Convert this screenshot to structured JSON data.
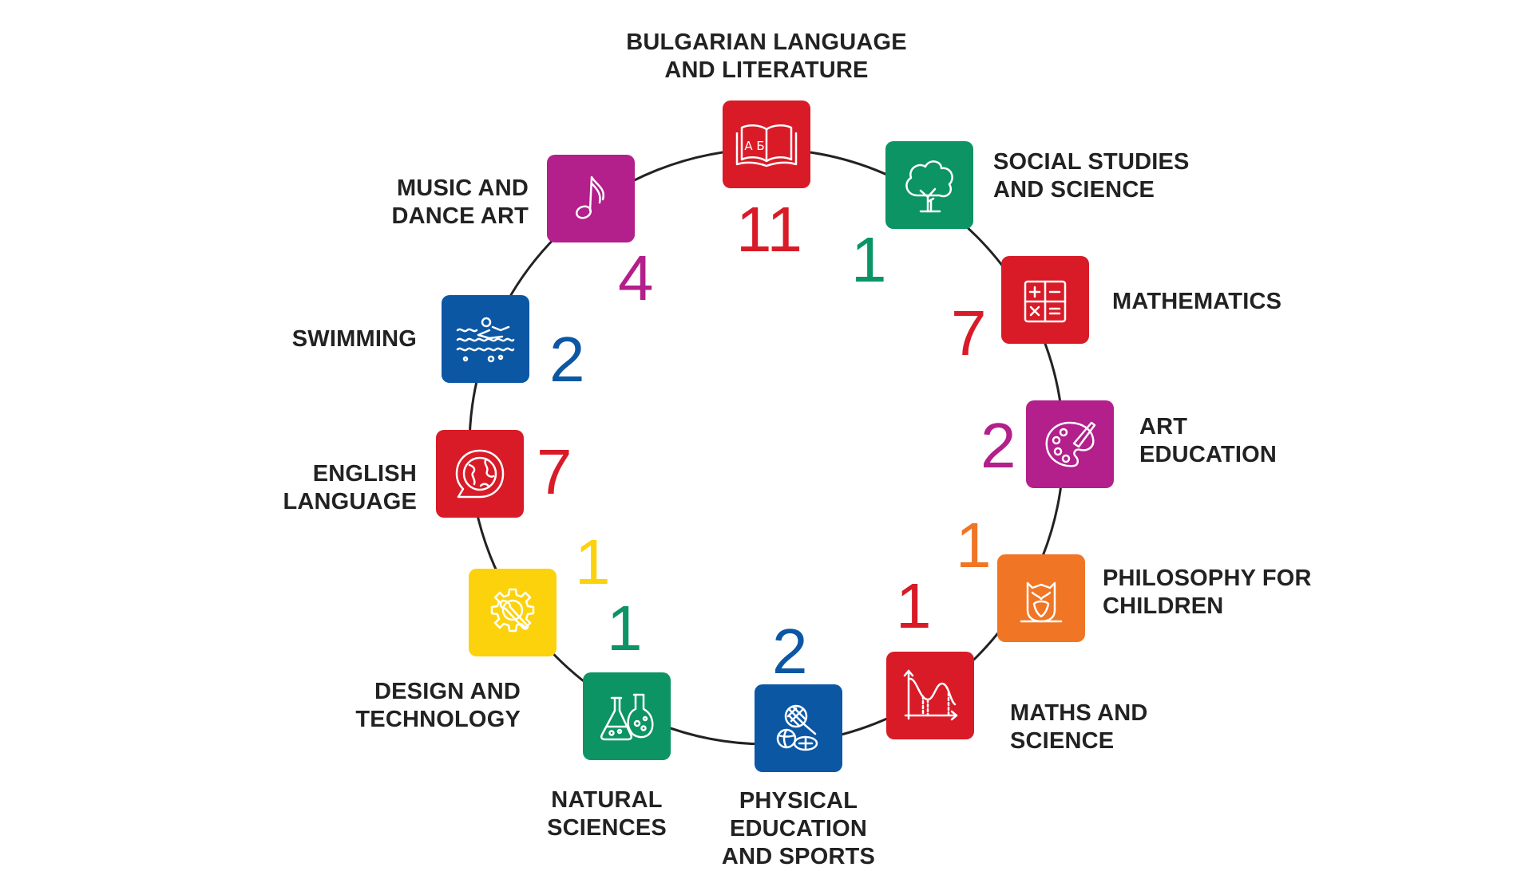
{
  "subjects": [
    {
      "name": "BULGARIAN LANGUAGE\nAND LITERATURE",
      "hours": "11",
      "color": "#d81b27",
      "icon": "book-icon",
      "glyphs": "А Б"
    },
    {
      "name": "SOCIAL STUDIES\nAND SCIENCE",
      "hours": "1",
      "color": "#0c9465",
      "icon": "tree-icon"
    },
    {
      "name": "MATHEMATICS",
      "hours": "7",
      "color": "#d81b27",
      "icon": "calculator-icon"
    },
    {
      "name": "ART\nEDUCATION",
      "hours": "2",
      "color": "#b31f8b",
      "icon": "palette-icon"
    },
    {
      "name": "PHILOSOPHY FOR\nCHILDREN",
      "hours": "1",
      "color": "#f07524",
      "icon": "owl-icon"
    },
    {
      "name": "MATHS AND\nSCIENCE",
      "hours": "1",
      "color": "#d81b27",
      "icon": "graph-icon"
    },
    {
      "name": "PHYSICAL\nEDUCATION\nAND SPORTS",
      "hours": "2",
      "color": "#0b57a4",
      "icon": "sports-balls-icon"
    },
    {
      "name": "NATURAL\nSCIENCES",
      "hours": "1",
      "color": "#0c9465",
      "icon": "flasks-icon"
    },
    {
      "name": "DESIGN AND\nTECHNOLOGY",
      "hours": "1",
      "color": "#fcd20c",
      "icon": "gear-wrench-icon"
    },
    {
      "name": "ENGLISH\nLANGUAGE",
      "hours": "7",
      "color": "#d81b27",
      "icon": "globe-chat-icon"
    },
    {
      "name": "SWIMMING",
      "hours": "2",
      "color": "#0b57a4",
      "icon": "swimmer-icon"
    },
    {
      "name": "MUSIC AND\nDANCE ART",
      "hours": "4",
      "color": "#b31f8b",
      "icon": "music-note-icon"
    }
  ]
}
